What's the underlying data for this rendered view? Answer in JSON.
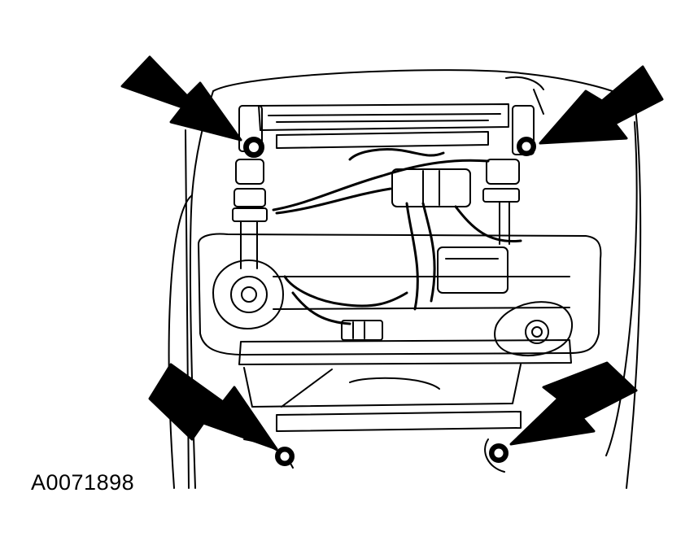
{
  "figure": {
    "id_label": "A0071898"
  },
  "colors": {
    "line": "#000000",
    "paper": "#ffffff"
  },
  "callouts": [
    {
      "name": "arrow-top-left",
      "points_to": "bolt-top-left"
    },
    {
      "name": "arrow-top-right",
      "points_to": "bolt-top-right"
    },
    {
      "name": "arrow-bottom-left",
      "points_to": "bolt-bottom-left"
    },
    {
      "name": "arrow-bottom-right",
      "points_to": "bolt-bottom-right"
    }
  ]
}
